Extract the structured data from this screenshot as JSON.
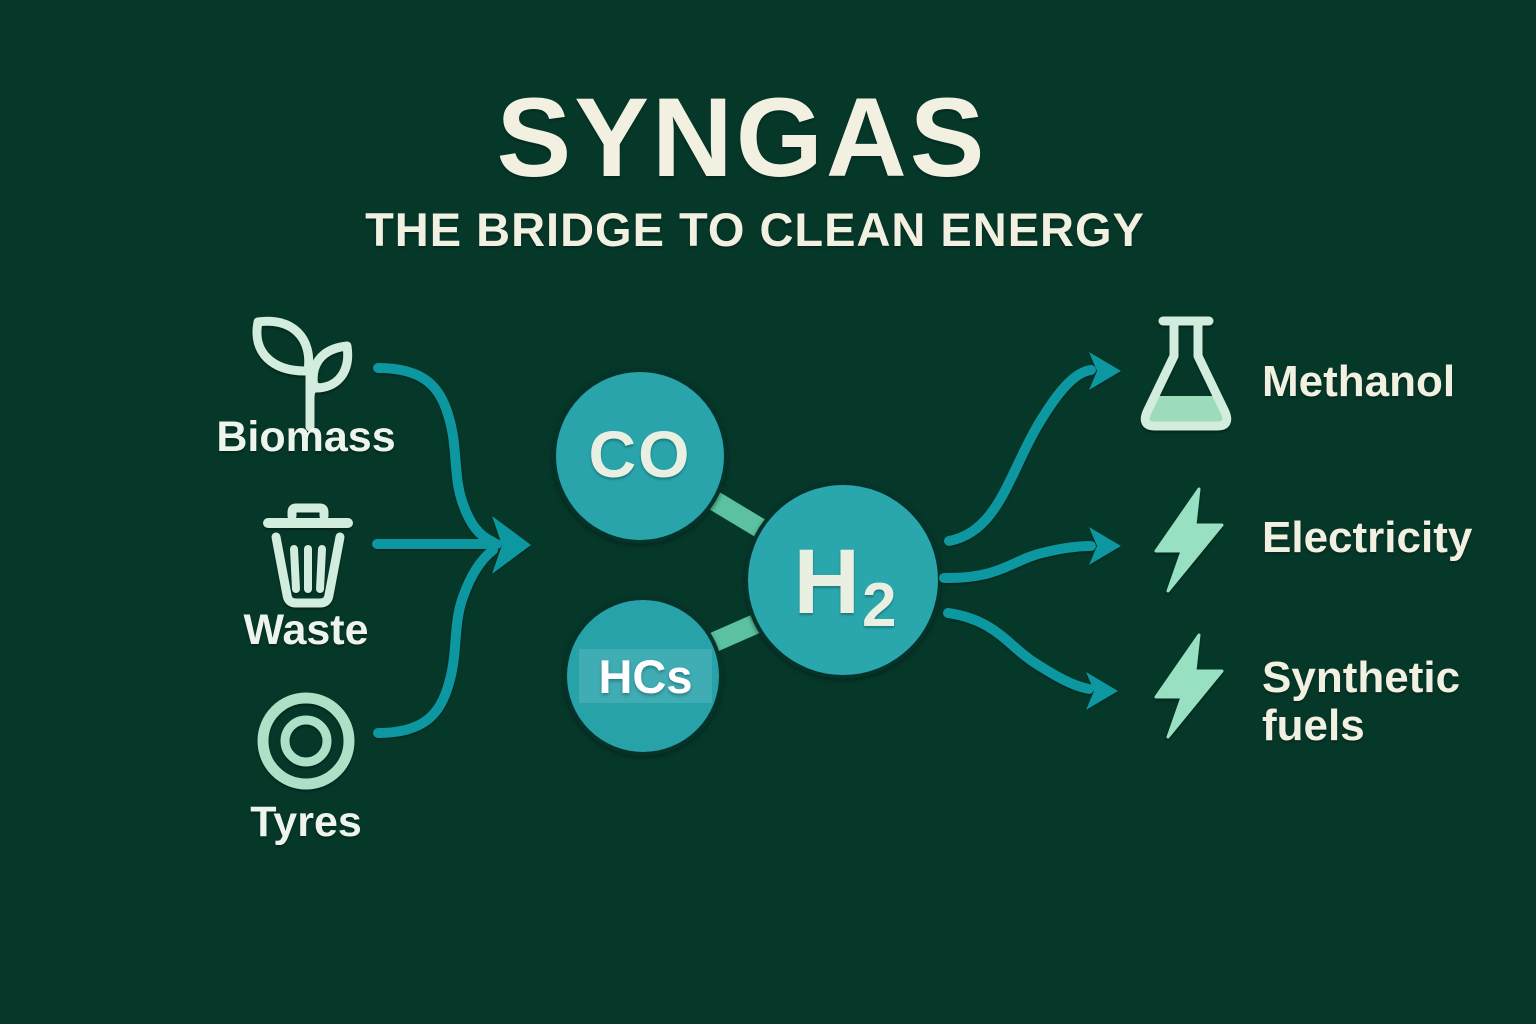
{
  "title": "SYNGAS",
  "subtitle": "THE BRIDGE TO CLEAN ENERGY",
  "inputs": [
    {
      "label": "Biomass",
      "icon": "plant-icon"
    },
    {
      "label": "Waste",
      "icon": "trash-icon"
    },
    {
      "label": "Tyres",
      "icon": "tyre-icon"
    }
  ],
  "molecules": {
    "co": {
      "label": "CO"
    },
    "h2": {
      "base": "H",
      "sub": "2"
    },
    "hcs": {
      "label": "HCs"
    }
  },
  "outputs": [
    {
      "label": "Methanol",
      "icon": "flask-icon"
    },
    {
      "label": "Electricity",
      "icon": "lightning-icon"
    },
    {
      "label": "Synthetic fuels",
      "icon": "lightning-icon"
    }
  ],
  "colors": {
    "background": "#06382a",
    "arrow_teal": "#0d97a0",
    "molecule_teal": "#28a4aa",
    "connector_green": "#5bc1a0",
    "icon_mint": "#d2ecdd",
    "bolt_mint": "#97e0c2",
    "tyre_mint": "#ace1c7",
    "flask_liquid": "#9cdcba",
    "text_cream": "#f2f0e1"
  }
}
